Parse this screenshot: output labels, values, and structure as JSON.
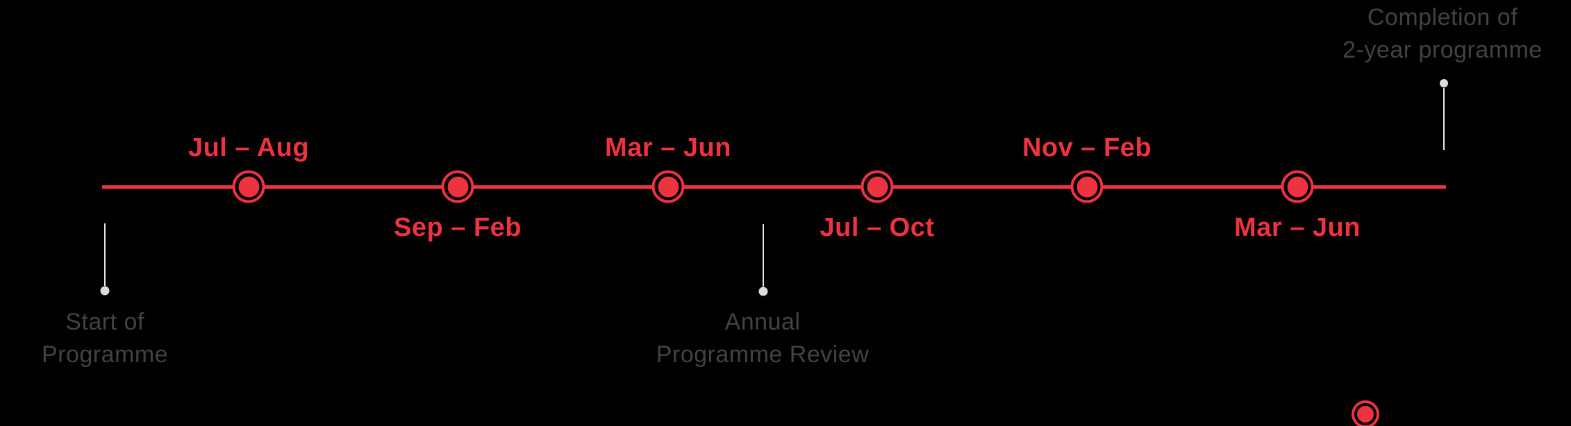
{
  "colors": {
    "bg": "#000000",
    "accent_red": "#ED3340",
    "gray_text": "#424244",
    "white_line": "#E9E9E9",
    "white_dot": "#DCDCDC"
  },
  "timeline": {
    "milestones": [
      {
        "label": "Jul – Aug",
        "position": "above"
      },
      {
        "label": "Sep – Feb",
        "position": "below"
      },
      {
        "label": "Mar – Jun",
        "position": "above"
      },
      {
        "label": "Jul – Oct",
        "position": "below"
      },
      {
        "label": "Nov – Feb",
        "position": "above"
      },
      {
        "label": "Mar – Jun",
        "position": "below"
      }
    ],
    "callouts": {
      "start": {
        "line1": "Start of",
        "line2": "Programme"
      },
      "annual": {
        "line1": "Annual",
        "line2": "Programme Review"
      },
      "completion": {
        "line1": "Completion of",
        "line2": "2-year programme"
      }
    }
  }
}
